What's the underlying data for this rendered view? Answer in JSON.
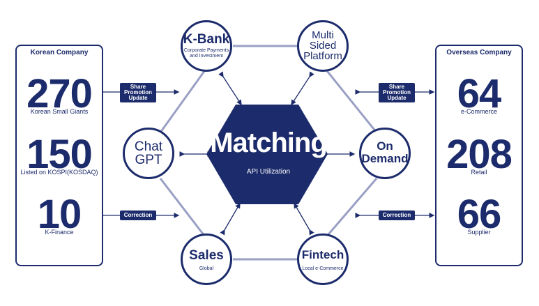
{
  "korean_company": {
    "title": "Korean Company",
    "stats": [
      {
        "value": "270",
        "label": "Korean Small Giants"
      },
      {
        "value": "150",
        "label": "Listed on KOSPI(KOSDAQ)"
      },
      {
        "value": "10",
        "label": "K-Finance"
      }
    ]
  },
  "overseas_company": {
    "title": "Overseas Company",
    "stats": [
      {
        "value": "64",
        "label": "e-Commerce"
      },
      {
        "value": "208",
        "label": "Retail"
      },
      {
        "value": "66",
        "label": "Supplier"
      }
    ]
  },
  "center": {
    "title": "Matching",
    "subtitle": "API Utilization"
  },
  "nodes": {
    "kbank": {
      "title": "K-Bank",
      "subtitle_line1": "Corporate Payments",
      "subtitle_line2": "and Investment"
    },
    "multi": {
      "line1": "Multi",
      "line2": "Sided",
      "line3": "Platform"
    },
    "chatgpt": {
      "line1": "Chat",
      "line2": "GPT"
    },
    "ondemand": {
      "line1": "On",
      "line2": "Demand"
    },
    "sales": {
      "title": "Sales",
      "subtitle": "Global"
    },
    "fintech": {
      "title": "Fintech",
      "subtitle": "Local e-Commerce"
    }
  },
  "tags": {
    "share_line1": "Share",
    "share_line2": "Promotion",
    "share_line3": "Update",
    "correction": "Correction"
  },
  "colors": {
    "primary": "#1c2b6b",
    "line": "#9aa0c4"
  }
}
